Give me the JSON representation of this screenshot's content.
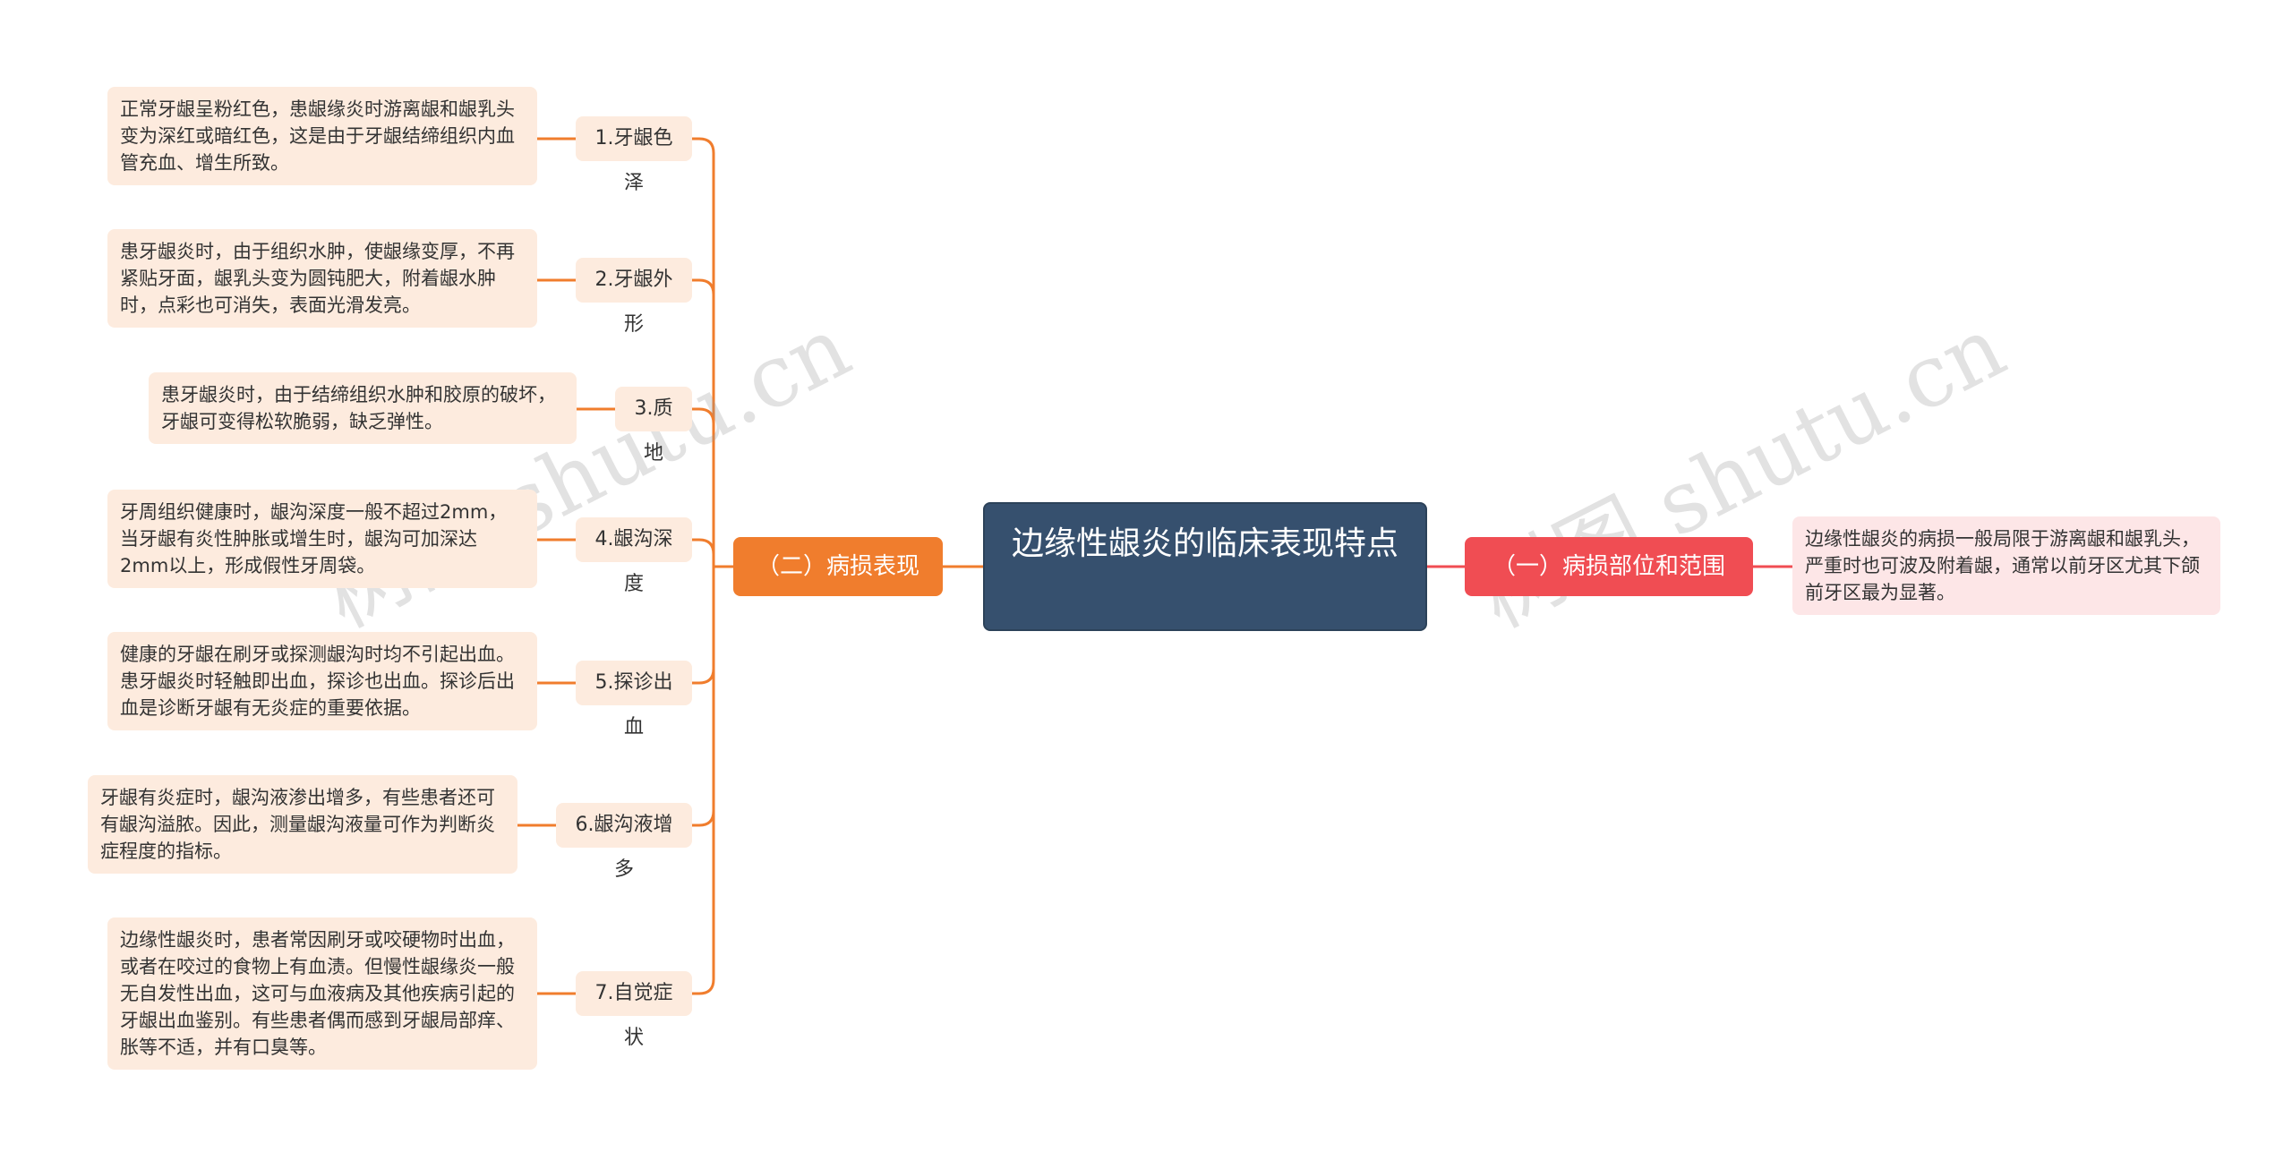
{
  "root": {
    "title": "边缘性龈炎的临床表现特点"
  },
  "branches": {
    "left": {
      "label": "（二）病损表现",
      "color": "#f07d2d",
      "items": [
        {
          "topic": "1.牙龈色泽",
          "detail": "正常牙龈呈粉红色，患龈缘炎时游离龈和龈乳头变为深红或暗红色，这是由于牙龈结缔组织内血管充血、增生所致。"
        },
        {
          "topic": "2.牙龈外形",
          "detail": "患牙龈炎时，由于组织水肿，使龈缘变厚，不再紧贴牙面，龈乳头变为圆钝肥大，附着龈水肿时，点彩也可消失，表面光滑发亮。"
        },
        {
          "topic": "3.质地",
          "detail": "患牙龈炎时，由于结缔组织水肿和胶原的破坏，牙龈可变得松软脆弱，缺乏弹性。"
        },
        {
          "topic": "4.龈沟深度",
          "detail": "牙周组织健康时，龈沟深度一般不超过2mm，当牙龈有炎性肿胀或增生时，龈沟可加深达2mm以上，形成假性牙周袋。"
        },
        {
          "topic": "5.探诊出血",
          "detail": "健康的牙龈在刷牙或探测龈沟时均不引起出血。患牙龈炎时轻触即出血，探诊也出血。探诊后出血是诊断牙龈有无炎症的重要依据。"
        },
        {
          "topic": "6.龈沟液增多",
          "detail": "牙龈有炎症时，龈沟液渗出增多，有些患者还可有龈沟溢脓。因此，测量龈沟液量可作为判断炎症程度的指标。"
        },
        {
          "topic": "7.自觉症状",
          "detail": "边缘性龈炎时，患者常因刷牙或咬硬物时出血，或者在咬过的食物上有血渍。但慢性龈缘炎一般无自发性出血，这可与血液病及其他疾病引起的牙龈出血鉴别。有些患者偶而感到牙龈局部痒、胀等不适，并有口臭等。"
        }
      ]
    },
    "right": {
      "label": "（一）病损部位和范围",
      "color": "#f04d53",
      "detail": "边缘性龈炎的病损一般局限于游离龈和龈乳头，严重时也可波及附着龈，通常以前牙区尤其下颌前牙区最为显著。"
    }
  },
  "watermark": {
    "text": "树图 shutu.cn"
  }
}
